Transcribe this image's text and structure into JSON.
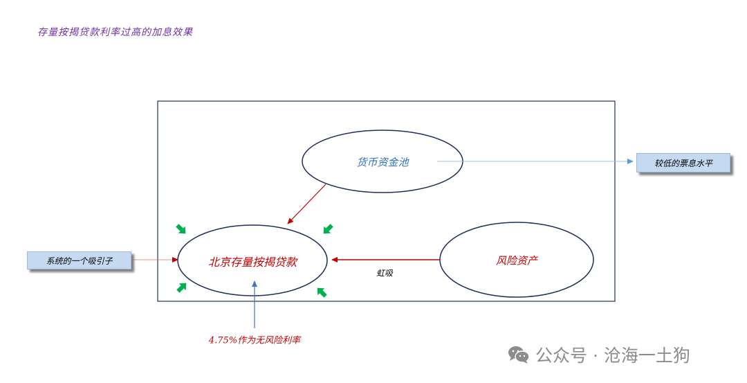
{
  "title": "存量按揭贷款利率过高的加息效果",
  "nodes": {
    "mortgage": "北京存量按揭贷款",
    "money_pool": "货币资金池",
    "risk_asset": "风险资产"
  },
  "callouts": {
    "attractor": "系统的一个吸引子",
    "low_rate": "较低的票息水平"
  },
  "edge_labels": {
    "siphon": "虹吸"
  },
  "notes": {
    "risk_free": "4.75%作为无风险利率"
  },
  "watermark": {
    "text": "公众号 · 沧海一土狗",
    "icon": "wechat-icon"
  },
  "colors": {
    "title": "#7030a0",
    "frame": "#1f2d5a",
    "ellipse": "#1f2d5a",
    "mortgage_text": "#c00000",
    "pool_text": "#2e75b6",
    "risk_text": "#c00000",
    "red_arrow": "#c00000",
    "blue_arrow": "#4472c4",
    "green_arrow": "#00b050",
    "callout_fill": "#c5d9f1"
  }
}
